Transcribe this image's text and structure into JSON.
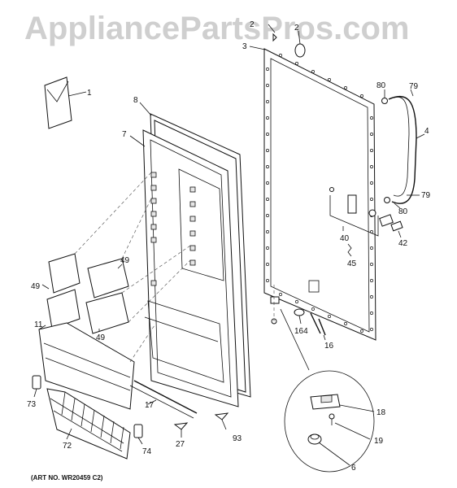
{
  "watermark": "AppliancePartsPros.com",
  "art_number": "(ART NO. WR20459 C2)",
  "callouts": {
    "c1": "1",
    "c2": "2",
    "c2b": "2",
    "c3": "3",
    "c4": "4",
    "c6": "6",
    "c7": "7",
    "c8": "8",
    "c11": "11",
    "c16": "16",
    "c17": "17",
    "c18": "18",
    "c19": "19",
    "c27": "27",
    "c40": "40",
    "c42": "42",
    "c45": "45",
    "c49a": "49",
    "c49b": "49",
    "c49c": "49",
    "c72": "72",
    "c73": "73",
    "c74": "74",
    "c79a": "79",
    "c79b": "79",
    "c80a": "80",
    "c80b": "80",
    "c93": "93",
    "c164": "164"
  }
}
